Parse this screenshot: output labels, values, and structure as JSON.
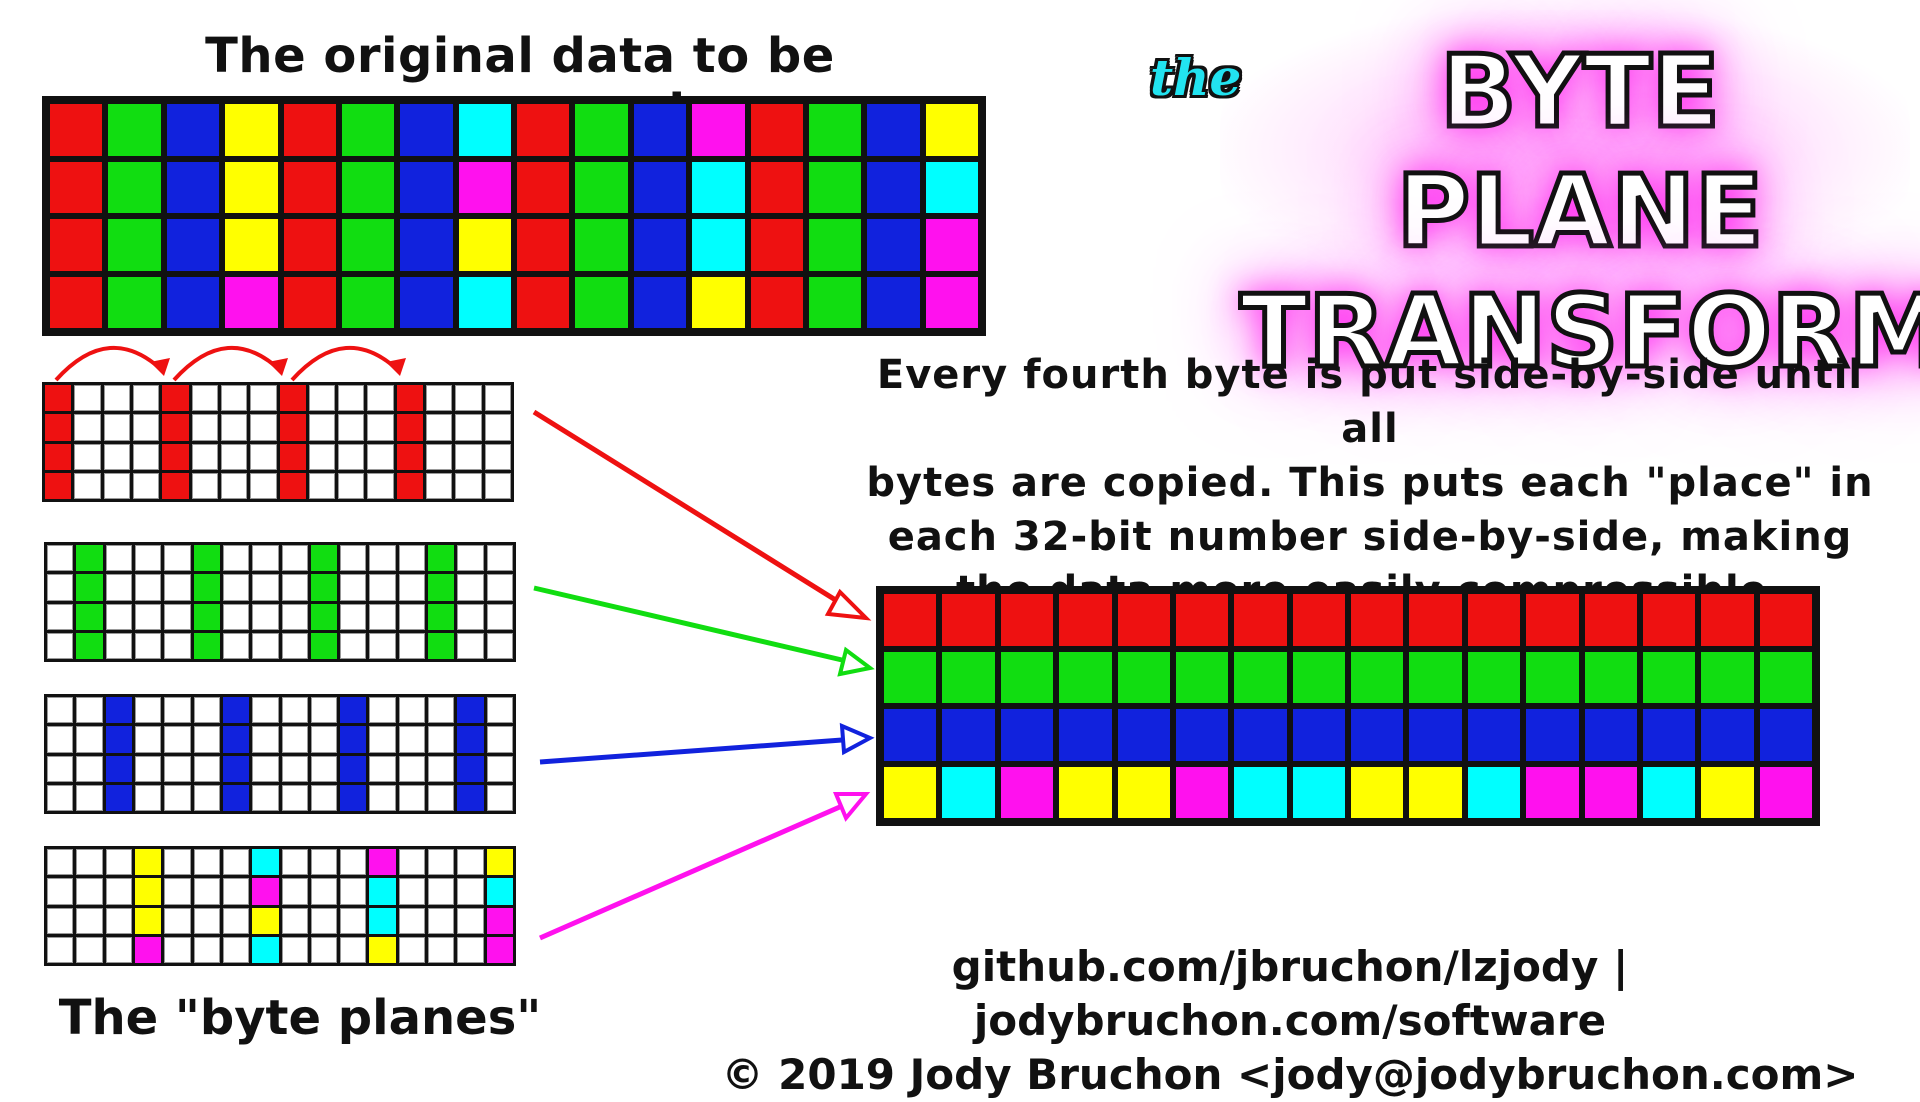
{
  "title": {
    "the": "the",
    "line1": "BYTE PLANE",
    "line2": "TRANSFORM"
  },
  "labels": {
    "original": "The original data to be compressed",
    "byte_planes": "The \"byte planes\"",
    "description": [
      "Every fourth byte is put side-by-side until all",
      "bytes are copied. This puts each \"place\" in",
      "each 32-bit number side-by-side, making",
      "the data more easily compressible."
    ],
    "links": "github.com/jbruchon/lzjody | jodybruchon.com/software",
    "copyright": "© 2019 Jody Bruchon <jody@jodybruchon.com>"
  },
  "colors": {
    "R": "#ee1111",
    "G": "#11dd11",
    "B": "#1122dd",
    "Y": "#ffff00",
    "C": "#00ffff",
    "M": "#ff11ee",
    "W": "#ffffff",
    "K": "#111111"
  },
  "original_grid": [
    [
      "R",
      "G",
      "B",
      "Y",
      "R",
      "G",
      "B",
      "C",
      "R",
      "G",
      "B",
      "M",
      "R",
      "G",
      "B",
      "Y"
    ],
    [
      "R",
      "G",
      "B",
      "Y",
      "R",
      "G",
      "B",
      "M",
      "R",
      "G",
      "B",
      "C",
      "R",
      "G",
      "B",
      "C"
    ],
    [
      "R",
      "G",
      "B",
      "Y",
      "R",
      "G",
      "B",
      "Y",
      "R",
      "G",
      "B",
      "C",
      "R",
      "G",
      "B",
      "M"
    ],
    [
      "R",
      "G",
      "B",
      "M",
      "R",
      "G",
      "B",
      "C",
      "R",
      "G",
      "B",
      "Y",
      "R",
      "G",
      "B",
      "M"
    ]
  ],
  "plane_grids": [
    [
      [
        "R",
        "W",
        "W",
        "W",
        "R",
        "W",
        "W",
        "W",
        "R",
        "W",
        "W",
        "W",
        "R",
        "W",
        "W",
        "W"
      ],
      [
        "R",
        "W",
        "W",
        "W",
        "R",
        "W",
        "W",
        "W",
        "R",
        "W",
        "W",
        "W",
        "R",
        "W",
        "W",
        "W"
      ],
      [
        "R",
        "W",
        "W",
        "W",
        "R",
        "W",
        "W",
        "W",
        "R",
        "W",
        "W",
        "W",
        "R",
        "W",
        "W",
        "W"
      ],
      [
        "R",
        "W",
        "W",
        "W",
        "R",
        "W",
        "W",
        "W",
        "R",
        "W",
        "W",
        "W",
        "R",
        "W",
        "W",
        "W"
      ]
    ],
    [
      [
        "W",
        "G",
        "W",
        "W",
        "W",
        "G",
        "W",
        "W",
        "W",
        "G",
        "W",
        "W",
        "W",
        "G",
        "W",
        "W"
      ],
      [
        "W",
        "G",
        "W",
        "W",
        "W",
        "G",
        "W",
        "W",
        "W",
        "G",
        "W",
        "W",
        "W",
        "G",
        "W",
        "W"
      ],
      [
        "W",
        "G",
        "W",
        "W",
        "W",
        "G",
        "W",
        "W",
        "W",
        "G",
        "W",
        "W",
        "W",
        "G",
        "W",
        "W"
      ],
      [
        "W",
        "G",
        "W",
        "W",
        "W",
        "G",
        "W",
        "W",
        "W",
        "G",
        "W",
        "W",
        "W",
        "G",
        "W",
        "W"
      ]
    ],
    [
      [
        "W",
        "W",
        "B",
        "W",
        "W",
        "W",
        "B",
        "W",
        "W",
        "W",
        "B",
        "W",
        "W",
        "W",
        "B",
        "W"
      ],
      [
        "W",
        "W",
        "B",
        "W",
        "W",
        "W",
        "B",
        "W",
        "W",
        "W",
        "B",
        "W",
        "W",
        "W",
        "B",
        "W"
      ],
      [
        "W",
        "W",
        "B",
        "W",
        "W",
        "W",
        "B",
        "W",
        "W",
        "W",
        "B",
        "W",
        "W",
        "W",
        "B",
        "W"
      ],
      [
        "W",
        "W",
        "B",
        "W",
        "W",
        "W",
        "B",
        "W",
        "W",
        "W",
        "B",
        "W",
        "W",
        "W",
        "B",
        "W"
      ]
    ],
    [
      [
        "W",
        "W",
        "W",
        "Y",
        "W",
        "W",
        "W",
        "C",
        "W",
        "W",
        "W",
        "M",
        "W",
        "W",
        "W",
        "Y"
      ],
      [
        "W",
        "W",
        "W",
        "Y",
        "W",
        "W",
        "W",
        "M",
        "W",
        "W",
        "W",
        "C",
        "W",
        "W",
        "W",
        "C"
      ],
      [
        "W",
        "W",
        "W",
        "Y",
        "W",
        "W",
        "W",
        "Y",
        "W",
        "W",
        "W",
        "C",
        "W",
        "W",
        "W",
        "M"
      ],
      [
        "W",
        "W",
        "W",
        "M",
        "W",
        "W",
        "W",
        "C",
        "W",
        "W",
        "W",
        "Y",
        "W",
        "W",
        "W",
        "M"
      ]
    ]
  ],
  "result_grid": [
    [
      "R",
      "R",
      "R",
      "R",
      "R",
      "R",
      "R",
      "R",
      "R",
      "R",
      "R",
      "R",
      "R",
      "R",
      "R",
      "R"
    ],
    [
      "G",
      "G",
      "G",
      "G",
      "G",
      "G",
      "G",
      "G",
      "G",
      "G",
      "G",
      "G",
      "G",
      "G",
      "G",
      "G"
    ],
    [
      "B",
      "B",
      "B",
      "B",
      "B",
      "B",
      "B",
      "B",
      "B",
      "B",
      "B",
      "B",
      "B",
      "B",
      "B",
      "B"
    ],
    [
      "Y",
      "C",
      "M",
      "Y",
      "Y",
      "M",
      "C",
      "C",
      "Y",
      "Y",
      "C",
      "M",
      "M",
      "C",
      "Y",
      "M"
    ]
  ]
}
